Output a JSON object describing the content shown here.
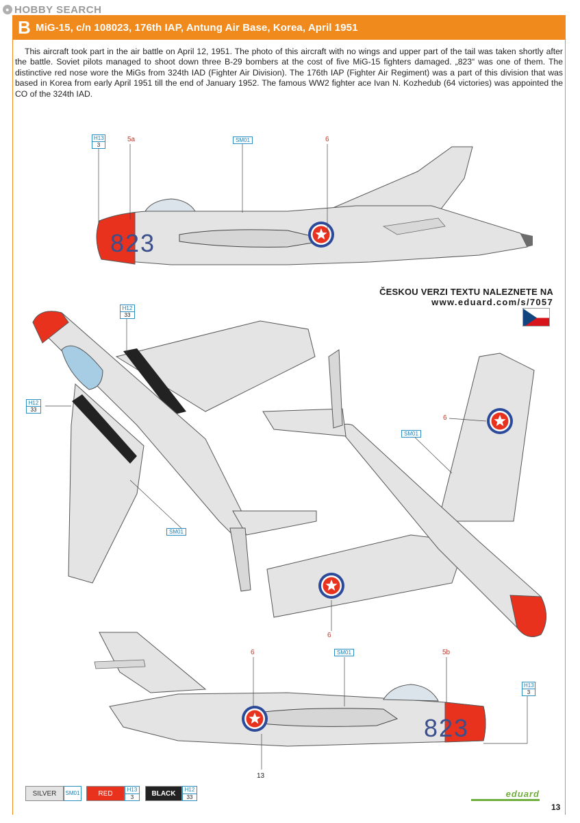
{
  "watermark": {
    "text": "HOBBY SEARCH"
  },
  "header": {
    "letter": "B",
    "title": "MiG-15, c/n 108023, 176th IAP, Antung Air Base, Korea, April 1951"
  },
  "intro": "This aircraft took part in the air battle on April 12, 1951. The photo of this aircraft with no wings and upper part of the tail was taken shortly after the battle. Soviet pilots managed to shoot down three B-29 bombers at the cost of five MiG-15 fighters damaged. „823“ was one of them. The distinctive red nose wore the MiGs from 324th IAD (Fighter Air Division). The 176th IAP (Fighter Air Regiment) was a part of this division that was based in Korea from early April 1951 till the end of January 1952. The famous WW2 fighter ace Ivan N. Kozhedub (64 victories) was appointed the CO of the 324th IAD.",
  "web": {
    "czech_text": "ČESKOU VERZI TEXTU NALEZNETE NA",
    "url": "www.eduard.com/s/7057"
  },
  "aircraft_number": "823",
  "callouts": {
    "h13": {
      "code": "H13",
      "value": "3"
    },
    "h12": {
      "code": "H12",
      "value": "33"
    },
    "sm01": "SM01",
    "n5a": "5a",
    "n5b": "5b",
    "n6": "6",
    "n13": "13"
  },
  "legend": [
    {
      "label": "SILVER",
      "code": "SM01",
      "value": ""
    },
    {
      "label": "RED",
      "code": "H13",
      "value": "3"
    },
    {
      "label": "BLACK",
      "code": "H12",
      "value": "33"
    }
  ],
  "colors": {
    "accent": "#f08a1c",
    "silver": "#e4e4e4",
    "red": "#e8321e",
    "black": "#222222",
    "number_blue": "#3b4f8c",
    "callout_blue": "#2a8fc0"
  },
  "brand": "eduard",
  "page_number": "13"
}
